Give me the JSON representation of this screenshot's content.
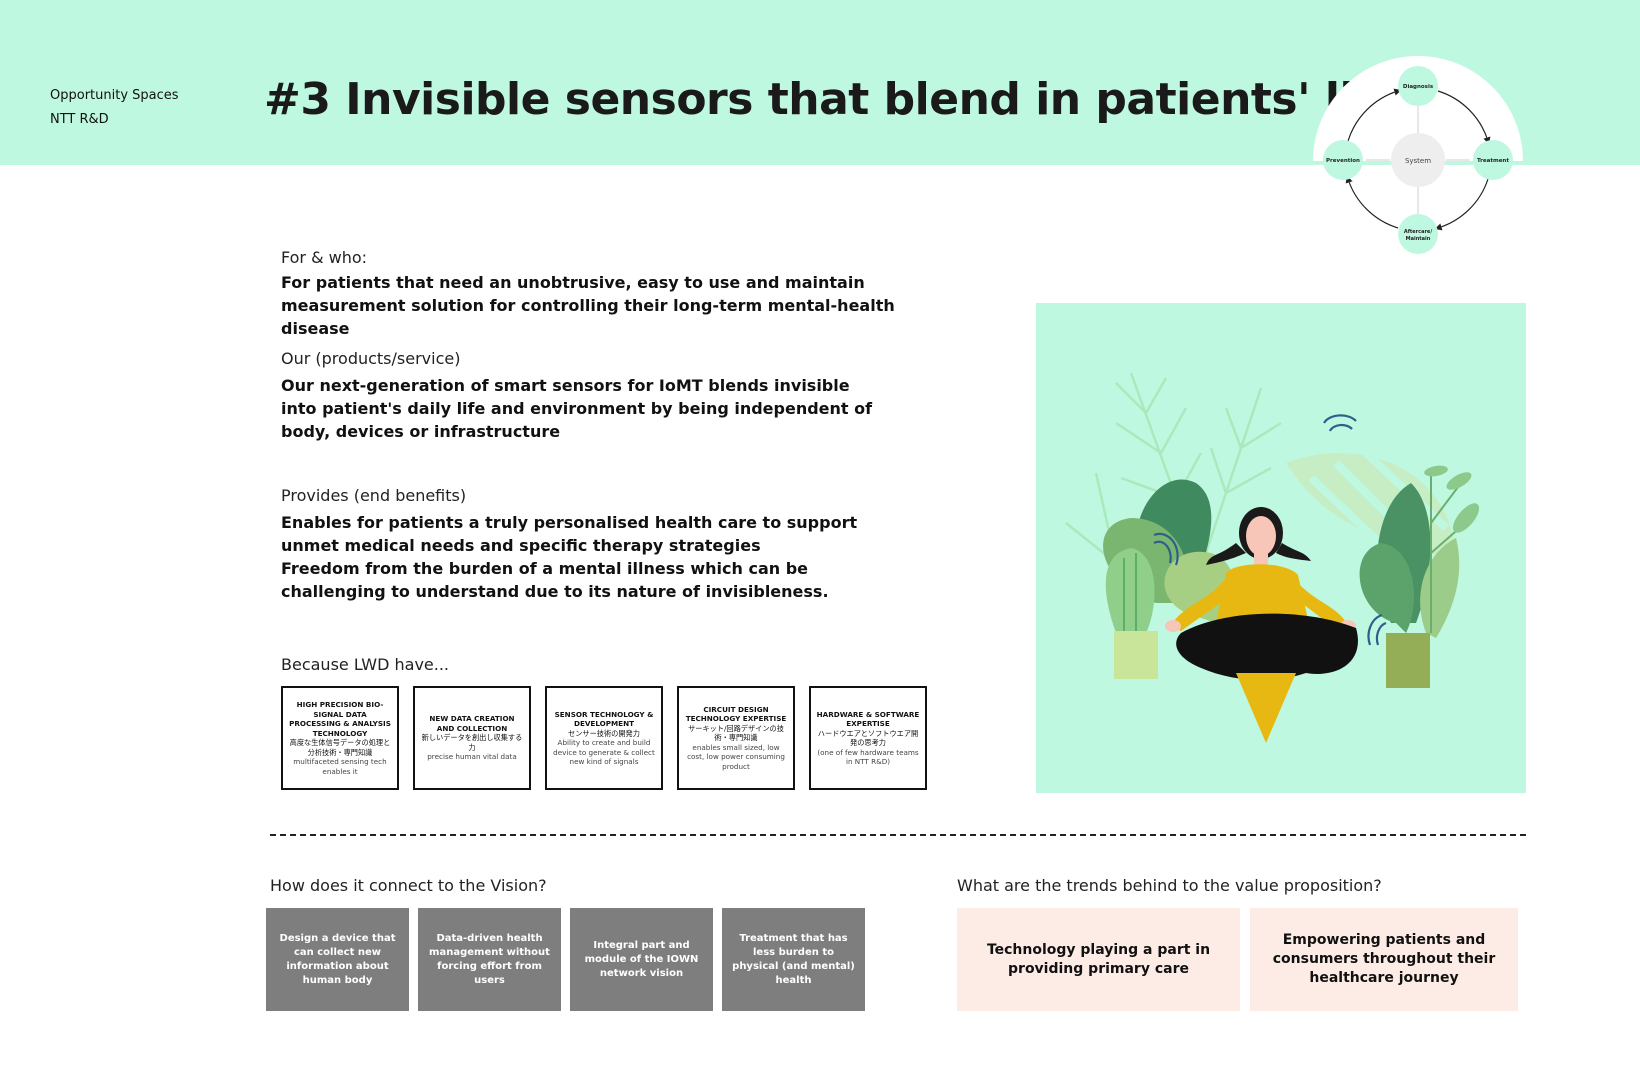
{
  "header": {
    "category": "Opportunity Spaces",
    "organization": "NTT R&D",
    "title": "#3 Invisible sensors that blend in patients' life"
  },
  "cycle": {
    "center": "System",
    "top": "Diagnosis",
    "right": "Treatment",
    "bottom_line1": "Aftercare/",
    "bottom_line2": "Maintain",
    "left": "Prevention",
    "colors": {
      "node": "#bff8e1",
      "center": "#eeeeee"
    }
  },
  "for_who": {
    "label": "For & who:",
    "text": "For patients that need an unobtrusive, easy to use and maintain measurement solution for controlling their long-term mental-health disease"
  },
  "our": {
    "label": "Our (products/service)",
    "text": "Our next-generation of smart sensors for IoMT blends invisible into patient's daily life and environment by being independent of body, devices or infrastructure"
  },
  "provides": {
    "label": "Provides (end benefits)",
    "line1": "Enables for patients a truly personalised health care to support unmet medical needs and specific therapy strategies",
    "line2": "Freedom from the burden of a mental illness which can be challenging to understand due to its nature of invisibleness."
  },
  "because": {
    "label": "Because LWD have...",
    "capabilities": [
      {
        "title": "HIGH PRECISION BIO-SIGNAL DATA PROCESSING & ANALYSIS TECHNOLOGY",
        "jp": "高度な生体信号データの処理と分析技術・専門知識",
        "sub": "multifaceted sensing tech enables it"
      },
      {
        "title": "NEW DATA CREATION AND COLLECTION",
        "jp": "新しいデータを創出し収集する力",
        "sub": "precise human vital data"
      },
      {
        "title": "SENSOR TECHNOLOGY & DEVELOPMENT",
        "jp": "センサー技術の開発力",
        "sub": "Ability to create and build device to generate & collect new kind of signals"
      },
      {
        "title": "CIRCUIT DESIGN TECHNOLOGY EXPERTISE",
        "jp": "サーキット/回路デザインの技術・専門知識",
        "sub": "enables small sized, low cost, low power consuming product"
      },
      {
        "title": "HARDWARE & SOFTWARE EXPERTISE",
        "jp": "ハードウエアとソフトウエア開発の思考力",
        "sub": "(one of few hardware teams in NTT R&D)"
      }
    ]
  },
  "illustration": {
    "icon": "meditating-woman-illustration",
    "bg_color": "#bff8e1"
  },
  "vision": {
    "label": "How does it connect to the Vision?",
    "items": [
      "Design a device that can collect new information about human body",
      "Data-driven health management without forcing effort from users",
      "Integral part and module of the IOWN network vision",
      "Treatment that has less burden to physical (and mental) health"
    ]
  },
  "trends": {
    "label": "What are the trends behind to the value proposition?",
    "items": [
      "Technology playing a part in providing primary care",
      "Empowering patients and consumers throughout their healthcare journey"
    ]
  }
}
